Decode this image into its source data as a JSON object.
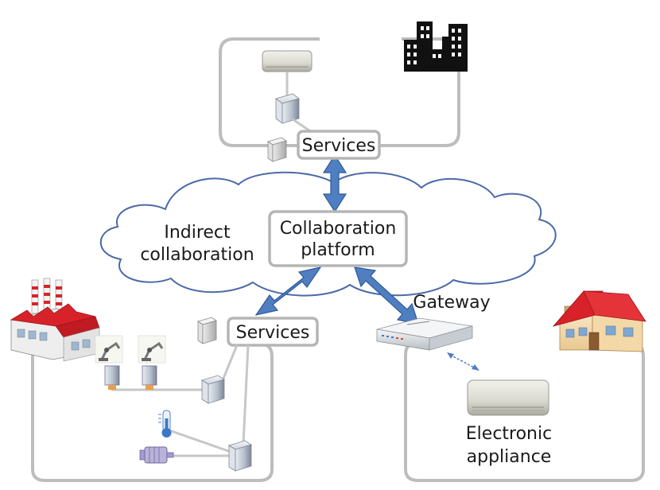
{
  "labels": {
    "services_top": "Services",
    "collaboration_platform": [
      "Collaboration",
      "platform"
    ],
    "indirect_collaboration": [
      "Indirect",
      "collaboration"
    ],
    "services_bottom": "Services",
    "gateway": "Gateway",
    "electronic_appliance": [
      "Electronic",
      "appliance"
    ]
  },
  "colors": {
    "cloud_outline": "#4a6aa8",
    "arrow_fill": "#4f7fc1",
    "arrow_stroke": "#2f5a99",
    "frame": "#bdbdbd",
    "label_box": "#b5b5b5",
    "roof_red": "#d8222a",
    "building_black": "#111111"
  },
  "icons": {
    "building": "office-buildings-icon",
    "factory": "factory-icon",
    "house": "house-icon",
    "gateway": "gateway-router-icon",
    "server": "server-tower-icon",
    "air_conditioner": "air-conditioner-icon",
    "robot_arm": "robot-arm-icon",
    "thermometer": "thermometer-icon",
    "motor": "motor-icon"
  }
}
